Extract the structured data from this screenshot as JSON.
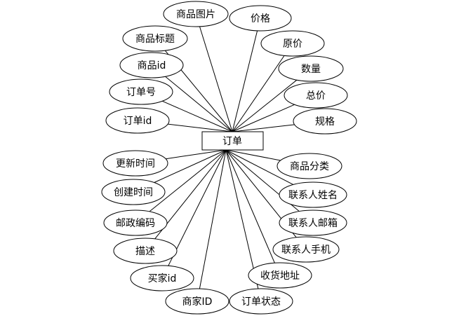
{
  "entity": {
    "name": "订单"
  },
  "attributes": [
    {
      "id": "product-image",
      "label": "商品图片"
    },
    {
      "id": "price",
      "label": "价格"
    },
    {
      "id": "product-title",
      "label": "商品标题"
    },
    {
      "id": "original-price",
      "label": "原价"
    },
    {
      "id": "product-id",
      "label": "商品id"
    },
    {
      "id": "quantity",
      "label": "数量"
    },
    {
      "id": "order-number",
      "label": "订单号"
    },
    {
      "id": "total-price",
      "label": "总价"
    },
    {
      "id": "order-id",
      "label": "订单id"
    },
    {
      "id": "spec",
      "label": "规格"
    },
    {
      "id": "update-time",
      "label": "更新时间"
    },
    {
      "id": "product-category",
      "label": "商品分类"
    },
    {
      "id": "create-time",
      "label": "创建时间"
    },
    {
      "id": "contact-name",
      "label": "联系人姓名"
    },
    {
      "id": "postal-code",
      "label": "邮政编码"
    },
    {
      "id": "contact-email",
      "label": "联系人邮箱"
    },
    {
      "id": "description",
      "label": "描述"
    },
    {
      "id": "contact-phone",
      "label": "联系人手机"
    },
    {
      "id": "buyer-id",
      "label": "买家id"
    },
    {
      "id": "shipping-address",
      "label": "收货地址"
    },
    {
      "id": "merchant-id",
      "label": "商家ID"
    },
    {
      "id": "order-status",
      "label": "订单状态"
    }
  ]
}
